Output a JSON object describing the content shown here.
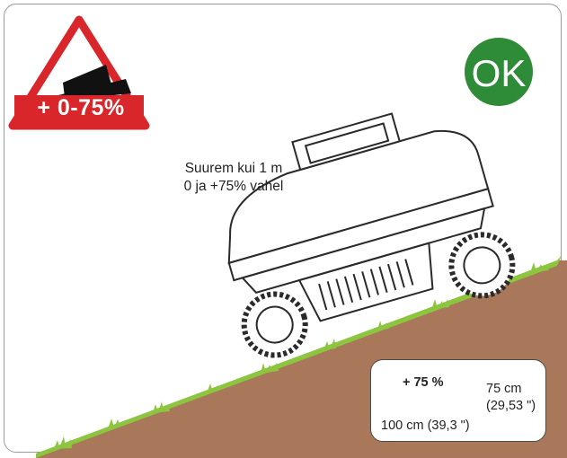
{
  "warning_sign": {
    "label": "+ 0-75%",
    "icon": "mower-on-slope-warning-icon",
    "border_color": "#d9262b",
    "label_bg_color": "#d9262b"
  },
  "ok_badge": {
    "label": "OK",
    "color": "#2e8b37"
  },
  "caption": {
    "line1": "Suurem kui 1 m",
    "line2": "0 ja +75% vahel"
  },
  "slope_info": {
    "percent_label": "+ 75 %",
    "rise_label": "75 cm",
    "rise_inch_label": "(29,53 \")",
    "run_label": "100 cm (39,3 \")"
  },
  "colors": {
    "soil": "#a9785a",
    "grass": "#8cc63f",
    "mower_outline": "#2a2a2a"
  }
}
